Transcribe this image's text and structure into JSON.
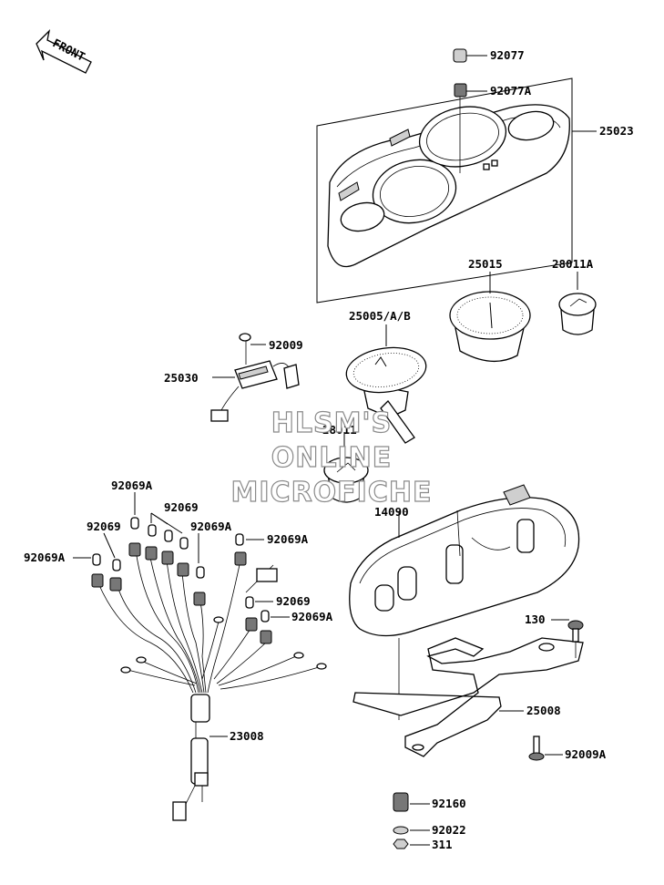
{
  "front_badge": "FRONT",
  "watermark": [
    "HLSM'S",
    "ONLINE",
    "MICROFICHE"
  ],
  "part_labels": {
    "p92077": "92077",
    "p92077a": "92077A",
    "p25023": "25023",
    "p25015": "25015",
    "p28011a": "28011A",
    "p25005": "25005/A/B",
    "p92009": "92009",
    "p25030": "25030",
    "p28011": "28011",
    "p92069a_top": "92069A",
    "p92069_top": "92069",
    "p92069_left": "92069",
    "p92069a_mid": "92069A",
    "p92069a_right": "92069A",
    "p92069a_left": "92069A",
    "p92069_right": "92069",
    "p92069a_right2": "92069A",
    "p14090": "14090",
    "p130": "130",
    "p25008": "25008",
    "p23008": "23008",
    "p92009a": "92009A",
    "p92160": "92160",
    "p92022": "92022",
    "p311": "311"
  }
}
